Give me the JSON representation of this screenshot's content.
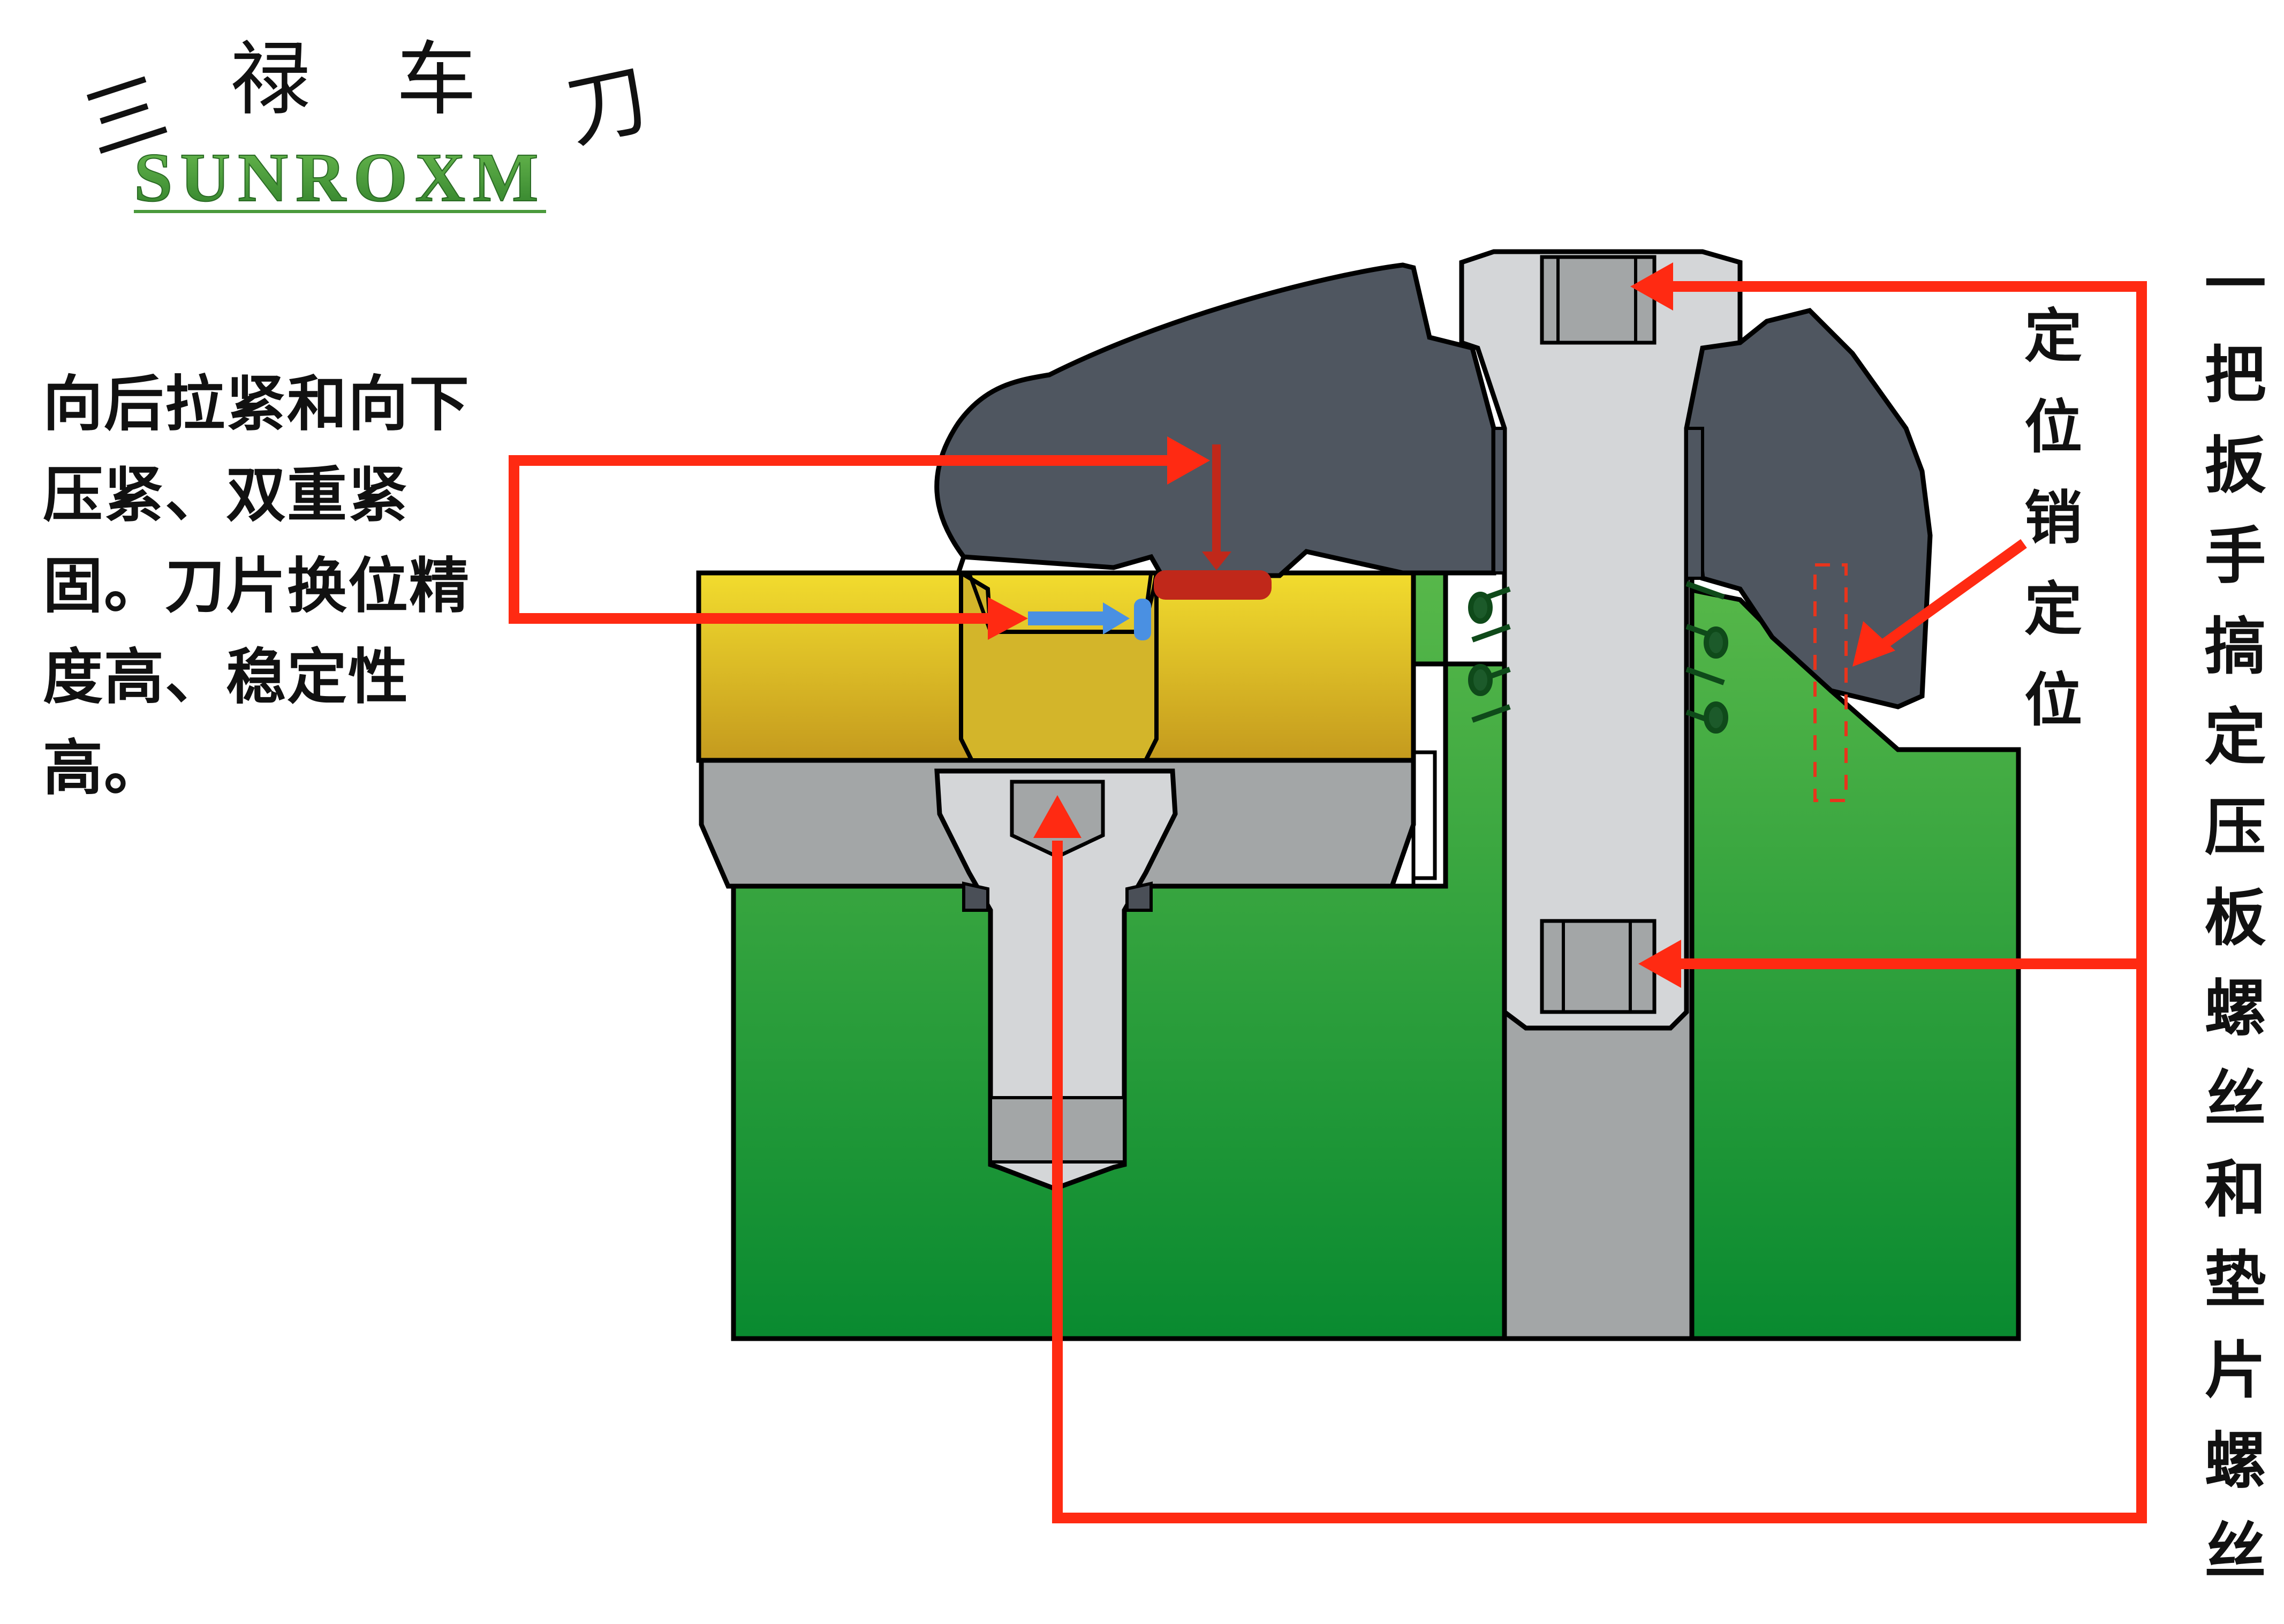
{
  "brand": {
    "chinese_chars": [
      "三",
      "禄",
      "车",
      "刀"
    ],
    "english": "SUNROXM",
    "logo_color": "#4a9a3c"
  },
  "description": "向后拉紧和向下压紧、双重紧固。刀片换位精度高、稳定性高。",
  "labels": {
    "locating_pin": "定位销定位",
    "one_wrench": "一把扳手搞定压板螺丝和垫片螺丝"
  },
  "colors": {
    "base_body": "#3a9e3a",
    "clamp_plate": "#4a4f57",
    "insert": "#d8b72a",
    "shim": "#a3a6a7",
    "screw": "#d4d6d8",
    "arrow_red": "#ff2a12",
    "force_dark_red": "#c0281a",
    "force_blue": "#4a90e2"
  }
}
